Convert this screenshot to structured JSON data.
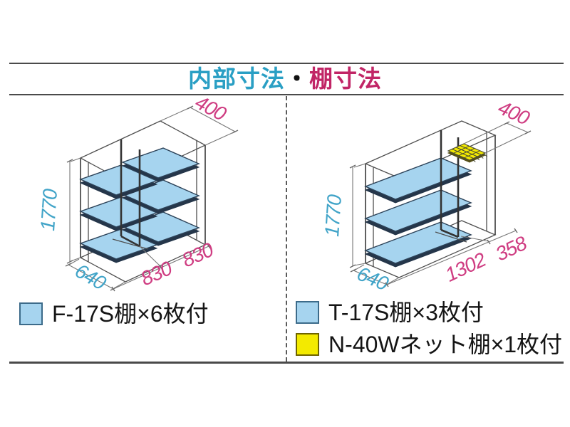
{
  "header": {
    "title_blue": "内部寸法",
    "title_dot": "・",
    "title_pink": "棚寸法"
  },
  "colors": {
    "title_blue": "#2a9fc4",
    "title_pink": "#c12566",
    "dimension_pink": "#cf3d82",
    "dimension_blue": "#41a4c8",
    "shelf_blue": "#a6d4ef",
    "net_yellow": "#f3ea00",
    "line_gray": "#4a4a4a"
  },
  "left_diagram": {
    "dims": {
      "shelf_depth_top": "400",
      "inner_height": "1770",
      "inner_depth": "640",
      "shelf_width_left": "830",
      "shelf_width_right": "830"
    },
    "legend": [
      {
        "swatch": "blue",
        "label": "F-17S棚×6枚付"
      }
    ]
  },
  "right_diagram": {
    "dims": {
      "net_depth_top": "400",
      "inner_height": "1770",
      "inner_depth": "640",
      "shelf_width": "1302",
      "net_width": "358"
    },
    "legend": [
      {
        "swatch": "blue",
        "label": "T-17S棚×3枚付"
      },
      {
        "swatch": "yellow",
        "label": "N-40Wネット棚×1枚付"
      }
    ]
  }
}
